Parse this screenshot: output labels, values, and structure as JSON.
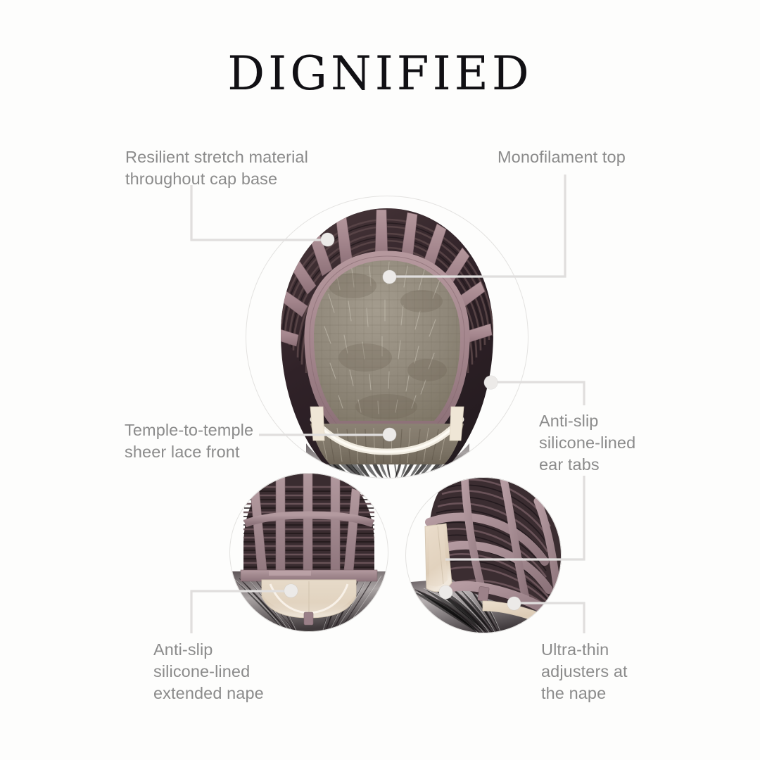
{
  "page": {
    "title": "DIGNIFIED",
    "background_color": "#fdfdfc",
    "title_color": "#111014",
    "label_color": "#8b8b8b",
    "leader_color": "#e0dedd",
    "dot_color": "#eceae8"
  },
  "labels": {
    "stretch_material": "Resilient stretch material\nthroughout cap base",
    "monofilament_top": "Monofilament top",
    "lace_front": "Temple-to-temple\nsheer lace front",
    "ear_tabs": "Anti-slip\nsilicone-lined\near tabs",
    "extended_nape": "Anti-slip\nsilicone-lined\nextended nape",
    "nape_adjusters": "Ultra-thin\nadjusters at\nthe nape"
  },
  "figures": [
    {
      "name": "main-cap-top-view",
      "caption_refs": [
        "stretch_material",
        "monofilament_top",
        "lace_front",
        "ear_tabs"
      ]
    },
    {
      "name": "nape-detail",
      "caption_refs": [
        "extended_nape"
      ]
    },
    {
      "name": "side-nape-detail",
      "caption_refs": [
        "nape_adjusters",
        "ear_tabs"
      ]
    }
  ],
  "material_colors": {
    "stretch_band": "#a88a90",
    "stretch_band_shadow": "#8e7178",
    "monofilament_mesh": "#8e8678",
    "monofilament_mesh_light": "#a9a294",
    "hair_weft_dark": "#32242a",
    "hair_weft_mid": "#4e3b3e",
    "silicone_strip": "#e3d4c4",
    "lace_front_edge": "#efe9df",
    "grey_hair": "#bdb8b6"
  }
}
